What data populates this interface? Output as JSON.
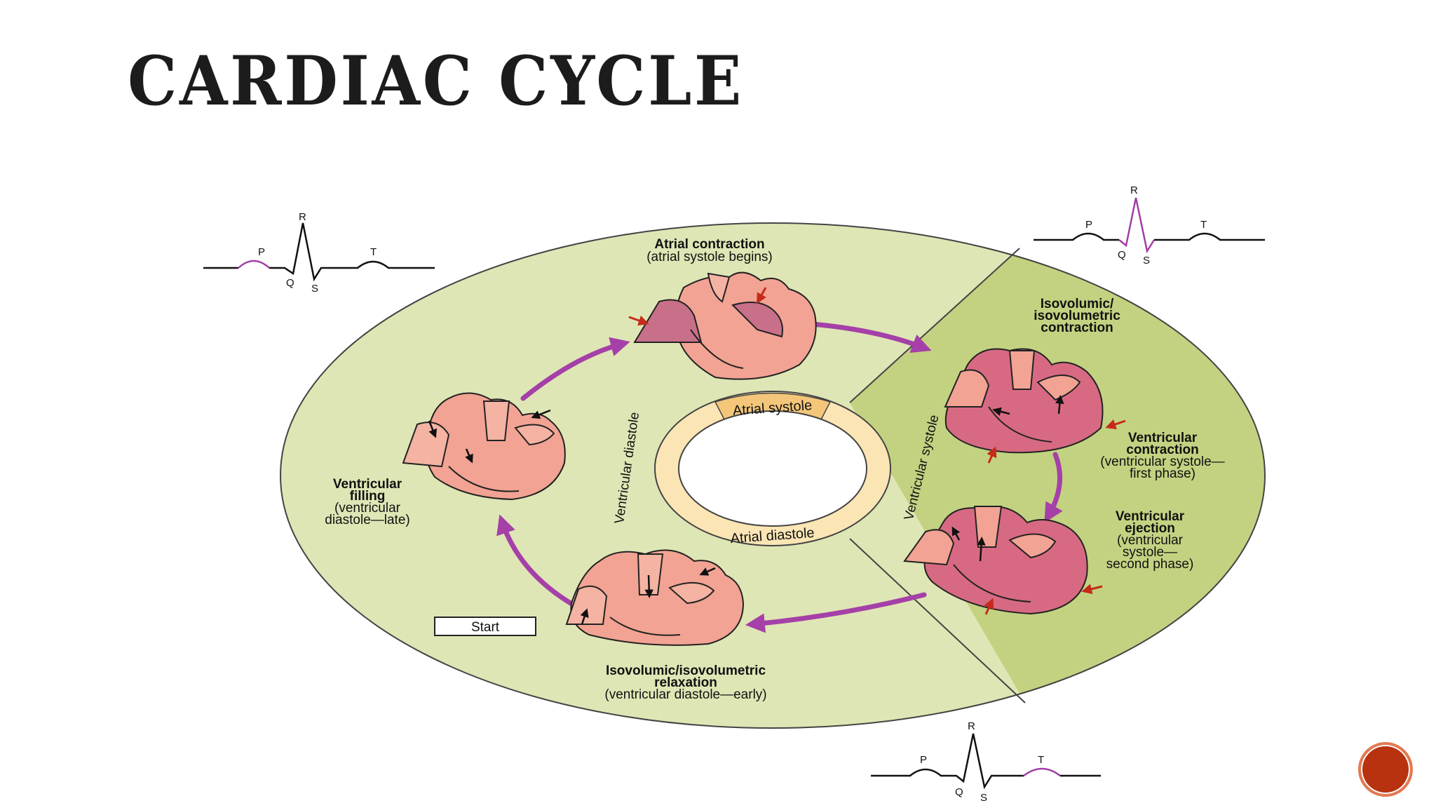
{
  "slide": {
    "title": "CARDIAC CYCLE"
  },
  "phases": {
    "atrial_contraction": {
      "title": "Atrial contraction",
      "subtitle": "(atrial systole begins)"
    },
    "isovolumic_contraction": {
      "line1": "Isovolumic/",
      "line2": "isovolumetric",
      "line3": "contraction"
    },
    "ventricular_contraction": {
      "line1": "Ventricular",
      "line2": "contraction",
      "line3": "(ventricular systole—",
      "line4": "first phase)"
    },
    "ventricular_ejection": {
      "line1": "Ventricular",
      "line2": "ejection",
      "line3": "(ventricular",
      "line4": "systole—",
      "line5": "second phase)"
    },
    "isovolumic_relaxation": {
      "line1": "Isovolumic/isovolumetric",
      "line2": "relaxation",
      "line3": "(ventricular diastole—early)"
    },
    "ventricular_filling": {
      "line1": "Ventricular",
      "line2": "filling",
      "line3": "(ventricular",
      "line4": "diastole—late)"
    }
  },
  "ring": {
    "atrial_systole": "Atrial systole",
    "atrial_diastole": "Atrial diastole",
    "ventricular_diastole": "Ventricular diastole",
    "ventricular_systole": "Ventricular systole"
  },
  "start_label": "Start",
  "ecg": {
    "p": "P",
    "q": "Q",
    "r": "R",
    "s": "S",
    "t": "T"
  },
  "colors": {
    "outer_disc": "#dfe6b5",
    "systole_sector": "#c3d281",
    "cycle_arrow": "#a540a8",
    "ecg_highlight": "#a23da6",
    "heart": "#f2a393",
    "nav_button": "#b8320f"
  }
}
